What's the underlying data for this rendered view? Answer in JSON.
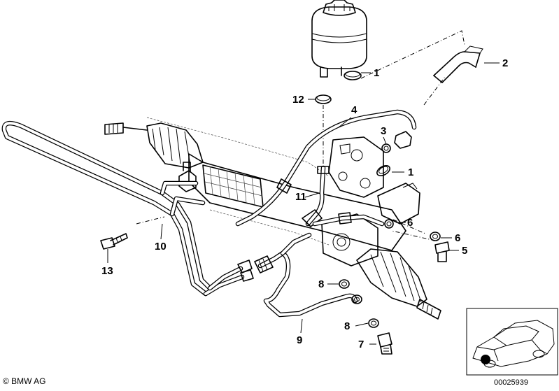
{
  "diagram": {
    "callouts": [
      {
        "id": "1a",
        "text": "1"
      },
      {
        "id": "2",
        "text": "2"
      },
      {
        "id": "12",
        "text": "12"
      },
      {
        "id": "4",
        "text": "4"
      },
      {
        "id": "3",
        "text": "3"
      },
      {
        "id": "1b",
        "text": "1"
      },
      {
        "id": "11",
        "text": "11"
      },
      {
        "id": "6a",
        "text": "6"
      },
      {
        "id": "6b",
        "text": "6"
      },
      {
        "id": "5",
        "text": "5"
      },
      {
        "id": "10",
        "text": "10"
      },
      {
        "id": "13",
        "text": "13"
      },
      {
        "id": "8a",
        "text": "8"
      },
      {
        "id": "8b",
        "text": "8"
      },
      {
        "id": "9",
        "text": "9"
      },
      {
        "id": "7",
        "text": "7"
      }
    ]
  },
  "footer": {
    "copyright": "© BMW AG",
    "doc_number": "00025939"
  },
  "colors": {
    "line": "#000000",
    "background": "#ffffff",
    "marker": "#000000"
  }
}
